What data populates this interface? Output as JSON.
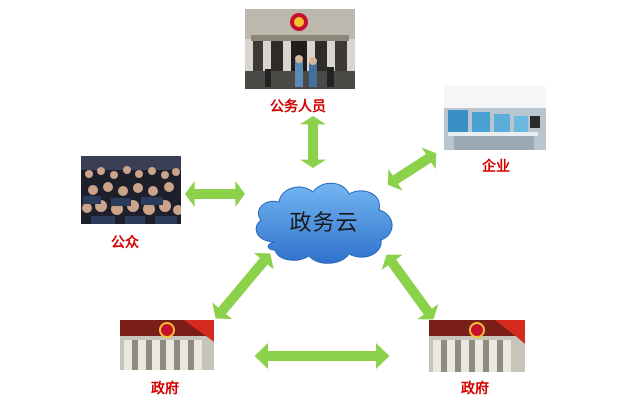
{
  "center": {
    "label": "政务云"
  },
  "nodes": {
    "civil_servants": {
      "label": "公务人员"
    },
    "enterprise": {
      "label": "企业"
    },
    "public": {
      "label": "公众"
    },
    "government_left": {
      "label": "政府"
    },
    "government_right": {
      "label": "政府"
    }
  },
  "colors": {
    "arrow": "#8bd24a",
    "label": "#d40000",
    "cloud_top": "#6fb0f0",
    "cloud_bottom": "#2f78d0"
  }
}
